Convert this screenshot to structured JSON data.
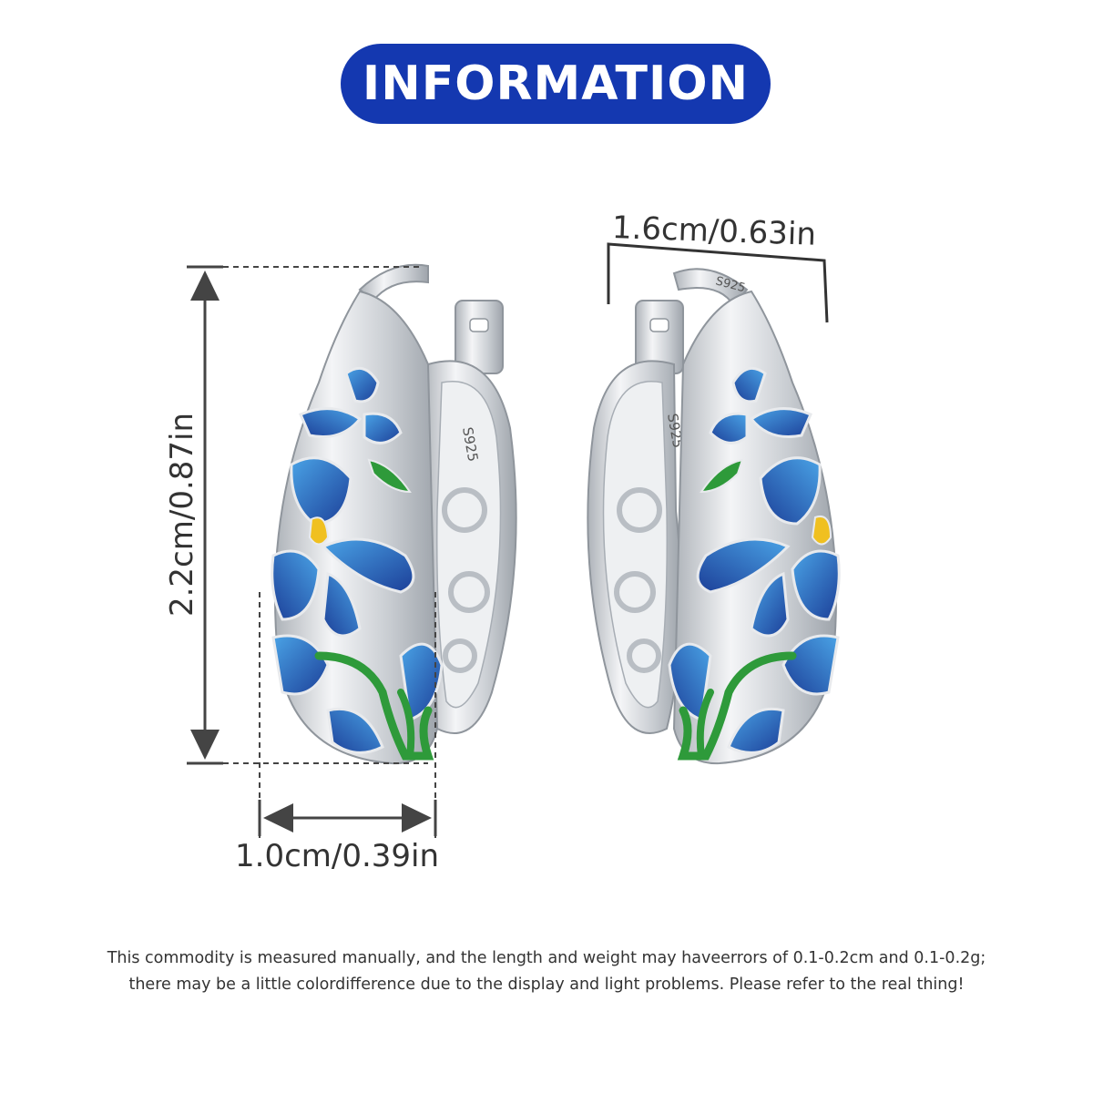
{
  "header": {
    "title": "INFORMATION"
  },
  "dimensions": {
    "height": "2.2cm/0.87in",
    "width": "1.0cm/0.39in",
    "depth": "1.6cm/0.63in"
  },
  "product": {
    "stamp_text": "S925",
    "colors": {
      "silver": "#d9dce0",
      "enamel_blue_dark": "#1f3f9a",
      "enamel_blue_light": "#3a8fd6",
      "enamel_green": "#2e9a3a",
      "enamel_yellow": "#f0c020"
    }
  },
  "disclaimer": {
    "line1": "This commodity is measured manually, and the length and weight may haveerrors of 0.1-0.2cm and 0.1-0.2g;",
    "line2": "there may be a little colordifference due to the display and light problems. Please refer to the real thing!"
  },
  "accent": "#1438b0"
}
